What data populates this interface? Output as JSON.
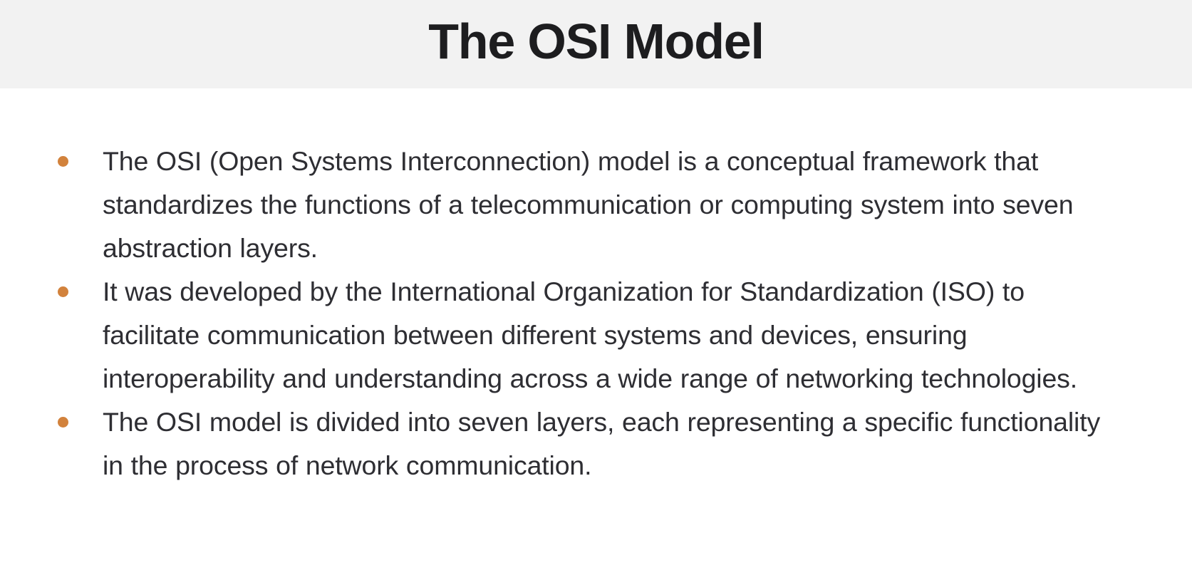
{
  "header": {
    "title": "The OSI Model",
    "background_color": "#f2f2f2",
    "title_color": "#1d1d1f"
  },
  "body": {
    "background_color": "#ffffff",
    "text_color": "#2e2e33",
    "bullet_color": "#d2823c",
    "bullets": [
      {
        "text": "The OSI (Open Systems Interconnection) model is a conceptual framework that standardizes the functions of a telecommunication or computing system into seven abstraction layers."
      },
      {
        "text": "It was developed by the International Organization for Standardization (ISO) to facilitate communication between different systems and devices, ensuring interoperability and understanding across a wide range of networking technologies."
      },
      {
        "text": "The OSI model is divided into seven layers, each representing a specific functionality in the process of network communication."
      }
    ]
  }
}
